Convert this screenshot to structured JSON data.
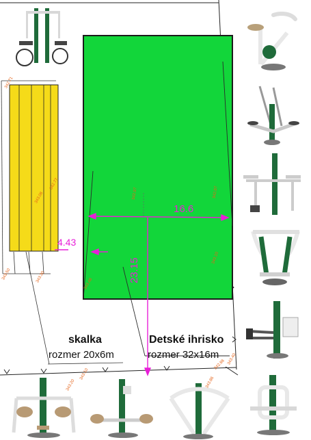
{
  "areas": {
    "playground": {
      "name": "Detské ihrisko",
      "size": "rozmer 32x16m",
      "fill": "#12d63a",
      "dimension_width": "16.6",
      "dimension_height": "23.15"
    },
    "climbing_area": {
      "name": "skalka",
      "size": "rozmer 20x6m",
      "fill": "#f5db19",
      "dimension_width": "4.43"
    }
  },
  "elevation_labels": [
    "342.71",
    "343.08",
    "342.77",
    "343.50",
    "343.30",
    "342.97",
    "342.87",
    "343.10",
    "343.48",
    "343.20",
    "343.10",
    "343.86",
    "342.86",
    "343.40"
  ],
  "equipment": [
    "wheelchair-exercise-station",
    "bike-trainer",
    "elliptical-cross-trainer",
    "parallel-bars",
    "air-walker",
    "chest-press",
    "leg-press",
    "seated-puller",
    "shoulder-press",
    "waist-twister"
  ],
  "colors": {
    "accent": "#e81fd8",
    "equipment_green": "#1f6b3a",
    "label_orange": "#e5641a"
  }
}
